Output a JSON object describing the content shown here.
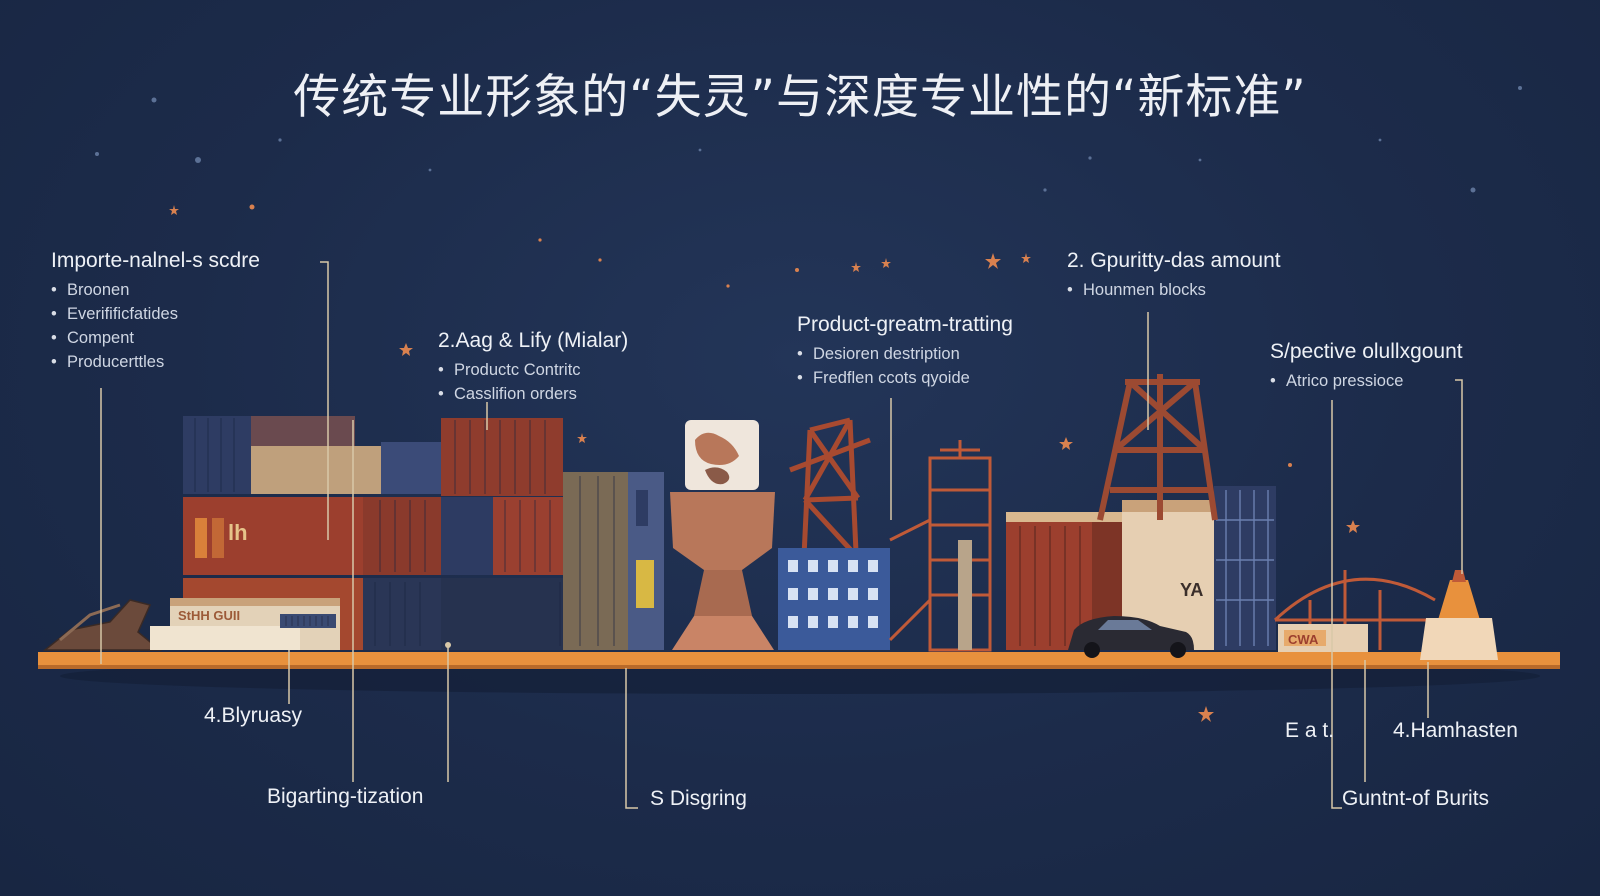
{
  "title": "传统专业形象的“失灵”与深度专业性的“新标准”",
  "callouts": [
    {
      "heading": "Importe-nalnel-s scdre",
      "items": [
        "Broonen",
        "Everifificfatides",
        "Compent",
        "Producerttles"
      ]
    },
    {
      "heading": "2.Aag & Lify (Mialar)",
      "items": [
        "Productc Contritc",
        "Casslifion orders"
      ]
    },
    {
      "heading": "Product-greatm-tratting",
      "items": [
        "Desioren destription",
        "Fredflen ccots qyoide"
      ]
    },
    {
      "heading": "2. Gpuritty-das amount",
      "items": [
        "Hounmen blocks"
      ]
    },
    {
      "heading": "S/pective olullxgount",
      "items": [
        "Atrico pressioce"
      ]
    }
  ],
  "bottom_labels": {
    "blyruasy": "4.Blyruasy",
    "bigarting": "Bigarting-tization",
    "disgring": "S Disgring",
    "eat": "E a t.",
    "hamhasten": "4.Hamhasten",
    "guntnt": "Guntnt-of Burits"
  },
  "scene_signs": {
    "container_mark": "lh",
    "shed_sign": "StHH GUII",
    "crate_sign": "CWA",
    "block_sign": "YA"
  },
  "colors": {
    "background": "#1c2b4a",
    "ground": "#e8913d",
    "container_red": "#9c3f2e",
    "container_navy": "#2e3c63",
    "container_blue": "#3b5a9a",
    "container_tan": "#bfa07c",
    "star": "#d9814f"
  }
}
